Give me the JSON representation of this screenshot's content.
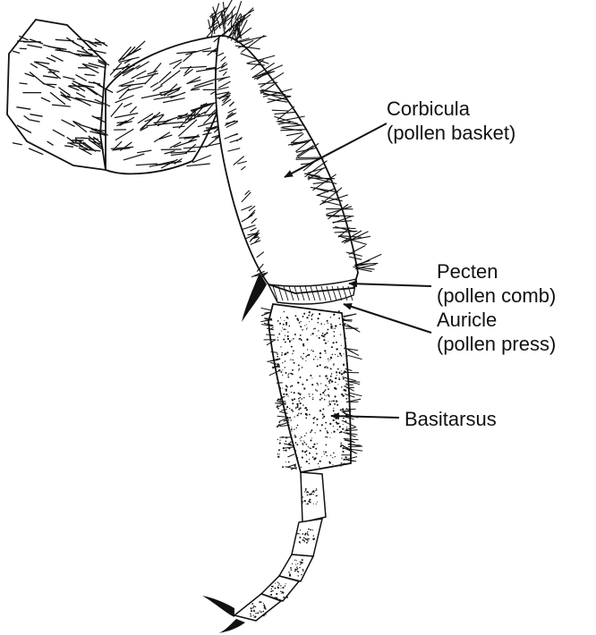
{
  "labels": {
    "corbicula": {
      "name": "Corbicula",
      "note": "(pollen basket)"
    },
    "pecten": {
      "name": "Pecten",
      "note": "(pollen comb)"
    },
    "auricle": {
      "name": "Auricle",
      "note": "(pollen press)"
    },
    "basitarsus": {
      "name": "Basitarsus"
    }
  },
  "colors": {
    "ink": "#111111",
    "background": "#ffffff"
  }
}
